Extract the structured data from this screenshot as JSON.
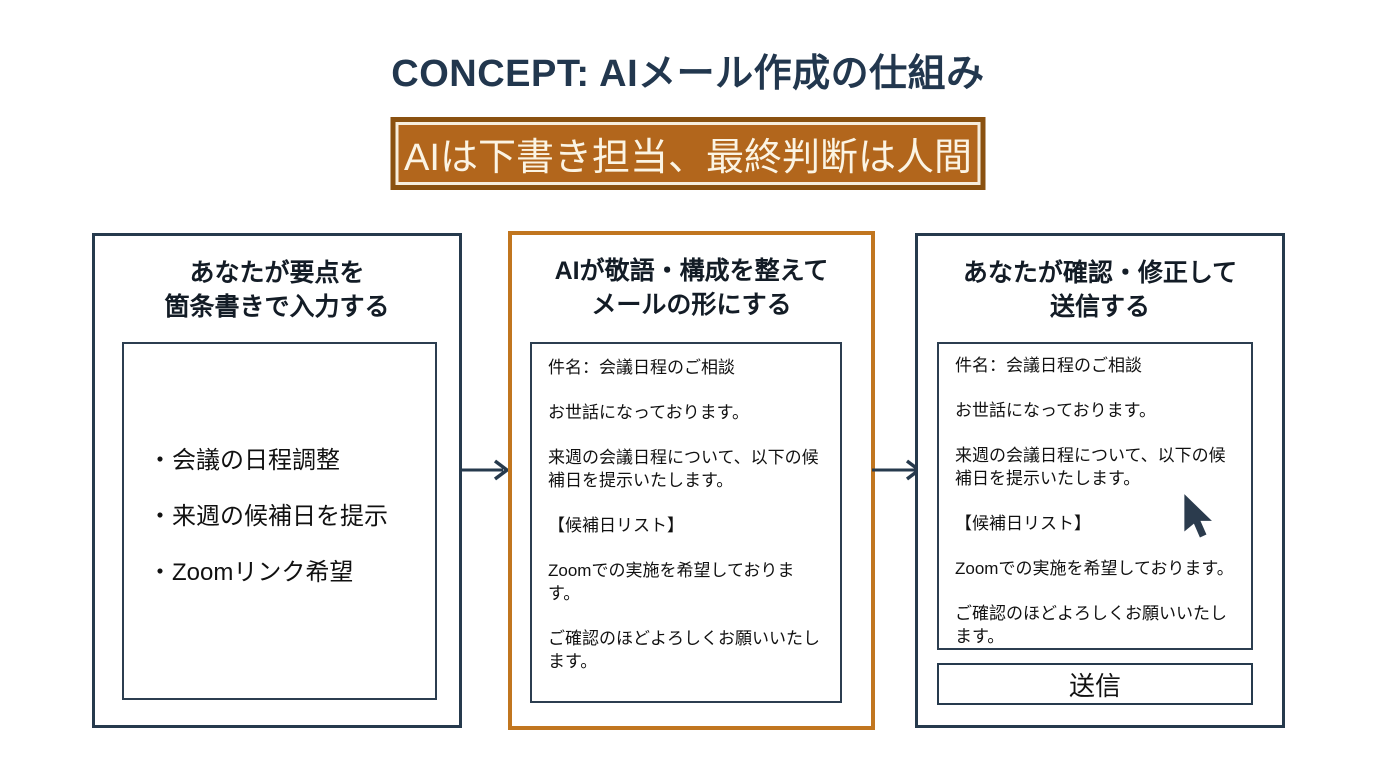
{
  "slide": {
    "title": "CONCEPT: AIメール作成の仕組み",
    "banner": {
      "text": "AIは下書き担当、最終判断は人間"
    },
    "colors": {
      "navy_border": "#263a4d",
      "title_navy": "#22374e",
      "banner_fill": "#b2661c",
      "banner_border_dark": "#8a5110",
      "banner_inner_line": "#f7eedd",
      "middle_panel_border": "#c1761f"
    },
    "panels": [
      {
        "title_line1": "あなたが要点を",
        "title_line2": "箇条書きで入力する",
        "bullets": [
          "・会議の日程調整",
          "・来週の候補日を提示",
          "・Zoomリンク希望"
        ]
      },
      {
        "title_line1": "AIが敬語・構成を整えて",
        "title_line2": "メールの形にする"
      },
      {
        "title_line1": "あなたが確認・修正して",
        "title_line2": "送信する",
        "send_label": "送信"
      }
    ],
    "email_draft": {
      "paragraphs": [
        "件名：会議日程のご相談",
        "お世話になっております。",
        "来週の会議日程について、以下の候補日を提示いたします。",
        "【候補日リスト】",
        "Zoomでの実施を希望しております。",
        "ご確認のほどよろしくお願いいたします。"
      ]
    }
  }
}
